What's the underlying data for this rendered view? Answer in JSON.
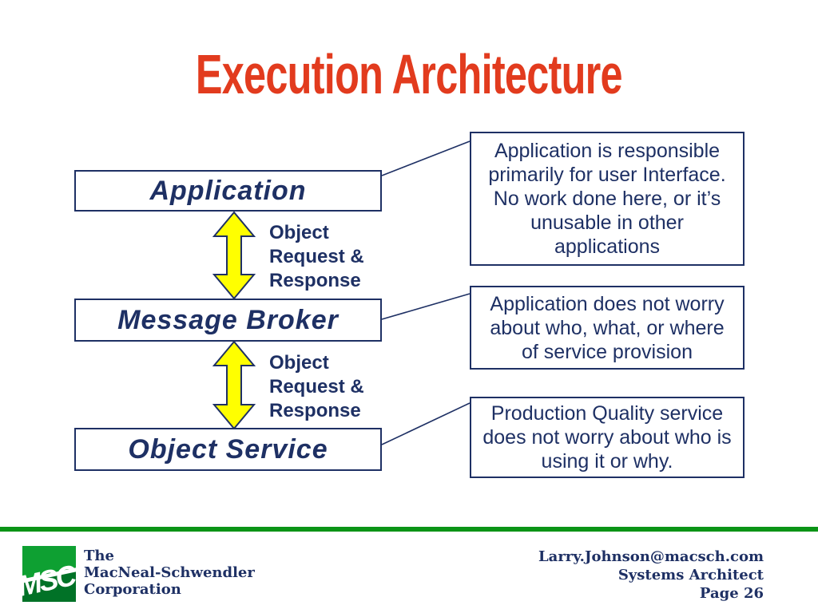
{
  "slide": {
    "title": "Execution Architecture"
  },
  "diagram": {
    "layers": [
      {
        "label": "Application"
      },
      {
        "label": "Message Broker"
      },
      {
        "label": "Object Service"
      }
    ],
    "arrow_label_lines": [
      "Object",
      "Request &",
      "Response"
    ],
    "annotations": [
      {
        "lines": [
          "Application is responsible",
          "primarily for user Interface.",
          "No work done here, or it’s",
          "unusable in other",
          "applications"
        ]
      },
      {
        "lines": [
          "Application does not worry",
          "about who, what, or where",
          "of service provision"
        ]
      },
      {
        "lines": [
          "Production Quality service",
          "does not worry about who is",
          "using it or why."
        ]
      }
    ]
  },
  "footer": {
    "logo_text": "MSC",
    "company_lines": [
      "The",
      "MacNeal-Schwendler",
      "Corporation"
    ],
    "contact_lines": [
      "Larry.Johnson@macsch.com",
      "Systems Architect",
      "Page 26"
    ]
  },
  "colors": {
    "navy": "#1e3064",
    "title_red": "#e23b1e",
    "arrow_yellow": "#ffff00",
    "footer_green": "#0b9416",
    "logo_green": "#0ea032",
    "logo_green_dark": "#017227"
  }
}
